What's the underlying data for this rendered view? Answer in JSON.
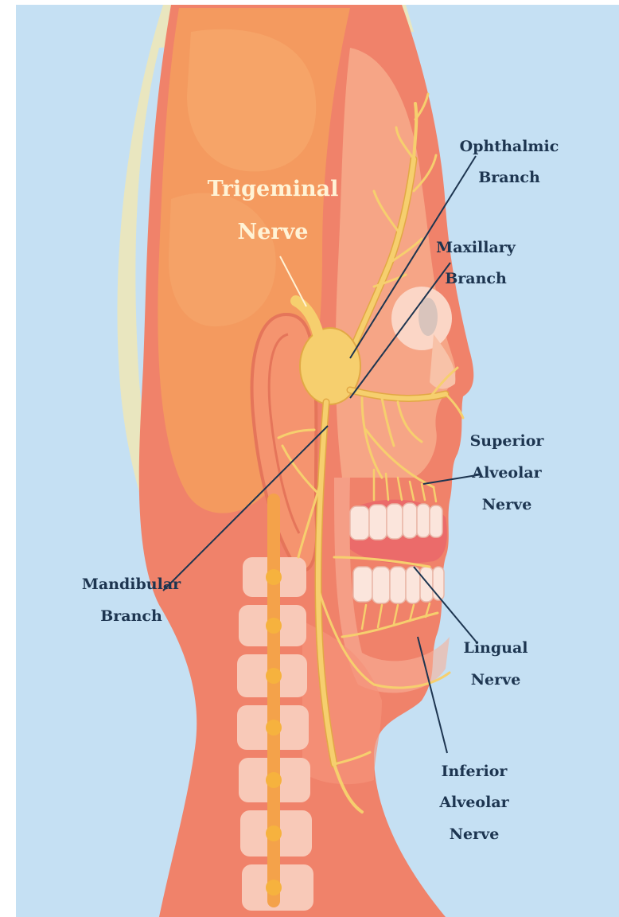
{
  "labels": {
    "trigeminal_line1": "Trigeminal",
    "trigeminal_line2": "Nerve",
    "ophthalmic_line1": "Ophthalmic",
    "ophthalmic_line2": "Branch",
    "maxillary_line1": "Maxillary",
    "maxillary_line2": "Branch",
    "superior_line1": "Superior",
    "superior_line2": "Alveolar",
    "superior_line3": "Nerve",
    "mandibular_line1": "Mandibular",
    "mandibular_line2": "Branch",
    "lingual_line1": "Lingual",
    "lingual_line2": "Nerve",
    "inferior_line1": "Inferior",
    "inferior_line2": "Alveolar",
    "inferior_line3": "Nerve"
  },
  "colors": {
    "background": "#c5e0f3",
    "head_outer": "#f0826a",
    "head_skin": "#f5a07e",
    "brain_region": "#f49a5f",
    "hair_band": "#e9e6bf",
    "nerve": "#f6cf6e",
    "label_text": "#1d3550",
    "title_text": "#fff3d6"
  }
}
